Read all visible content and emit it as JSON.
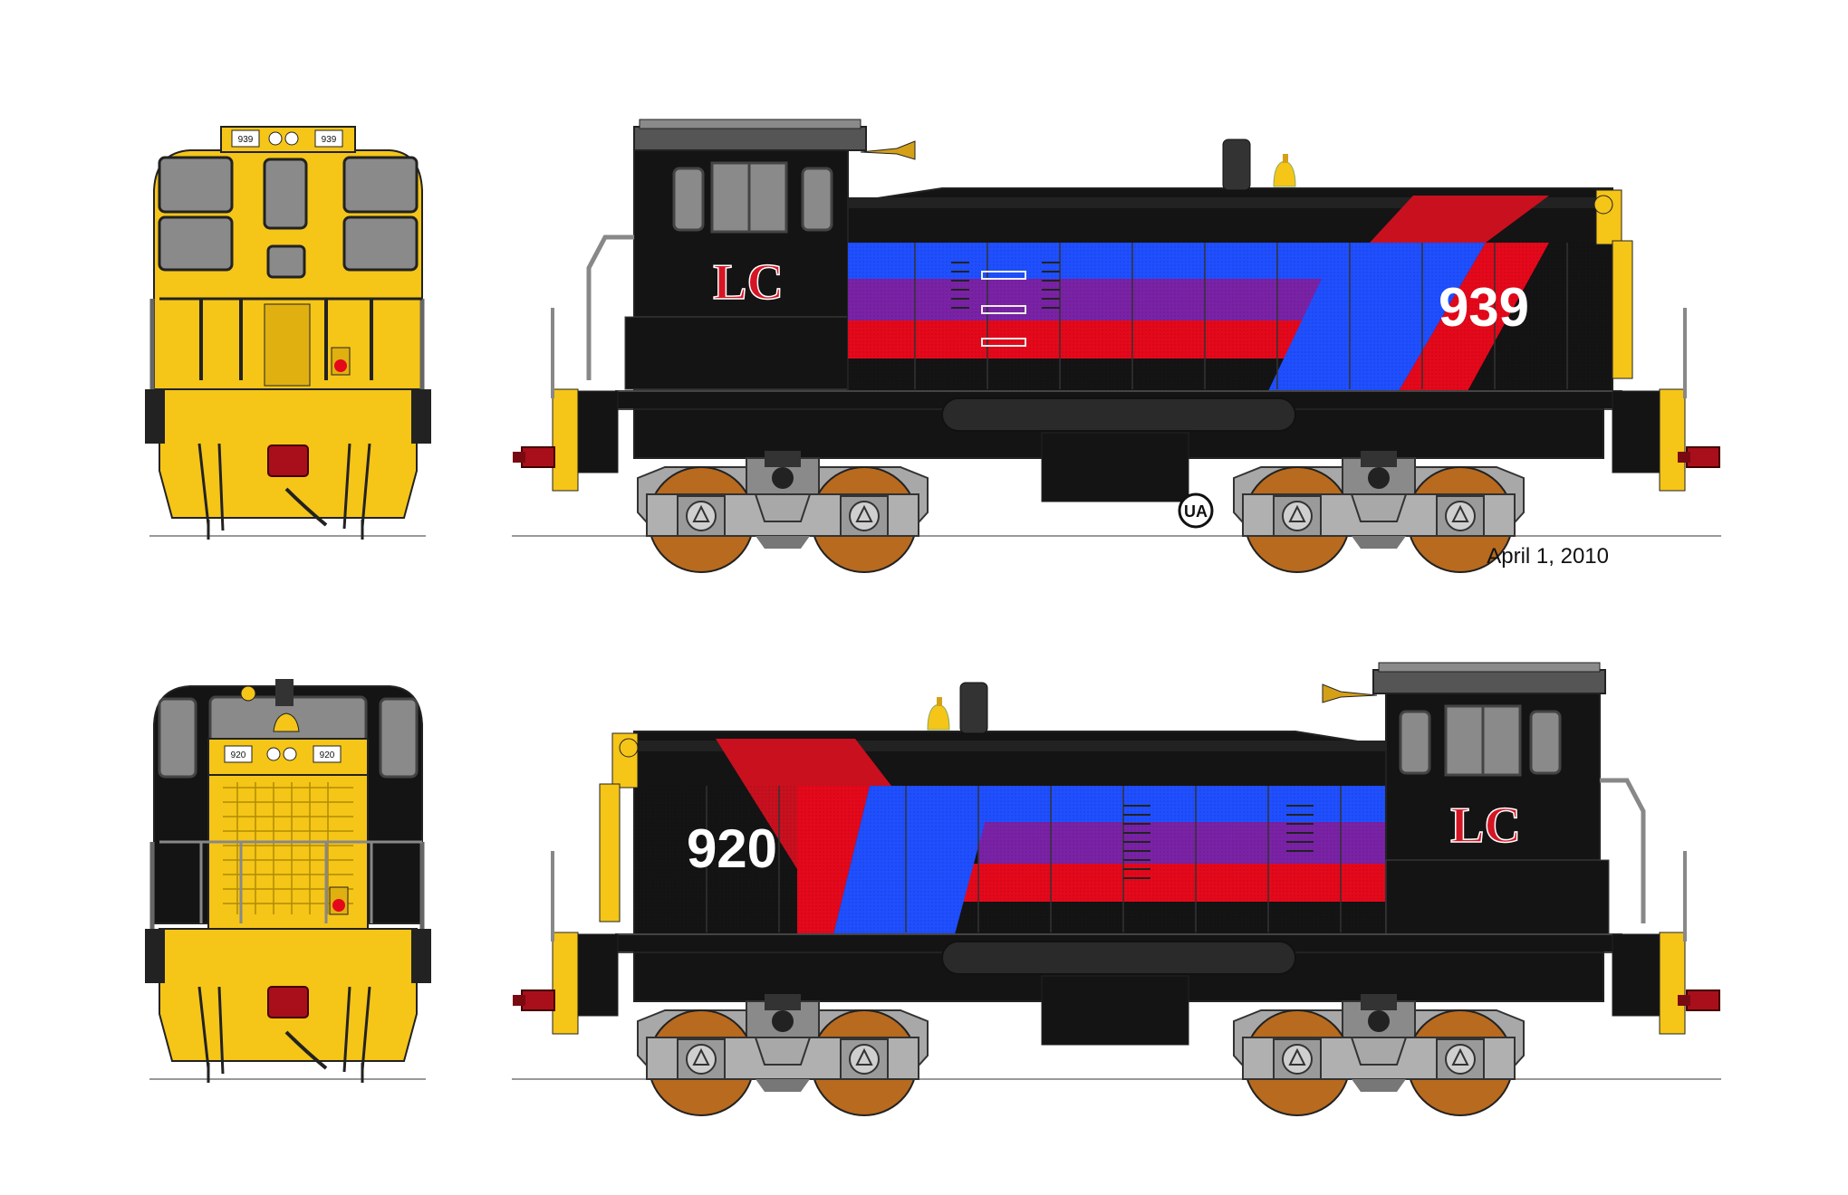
{
  "drawing": {
    "date": "April 1, 2010",
    "signature_mark": "UA"
  },
  "locomotives": [
    {
      "road_number": "939",
      "front_number_boards": [
        "939",
        "939"
      ],
      "herald": "LC",
      "end_view_color": "yellow"
    },
    {
      "road_number": "920",
      "front_number_boards": [
        "920",
        "920"
      ],
      "herald": "LC",
      "end_view_color": "black-yellow"
    }
  ],
  "colors": {
    "body_black": "#141414",
    "stripe_blue": "#1f4fff",
    "stripe_purple": "#7a22a6",
    "stripe_red": "#e5081b",
    "wedge_red": "#c8101f",
    "yellow": "#f5c518",
    "truck_gray": "#a8a8a8",
    "wheel_orange": "#b86a1e",
    "glass_gray": "#8a8a8a",
    "coupler_red": "#a80f1b"
  }
}
